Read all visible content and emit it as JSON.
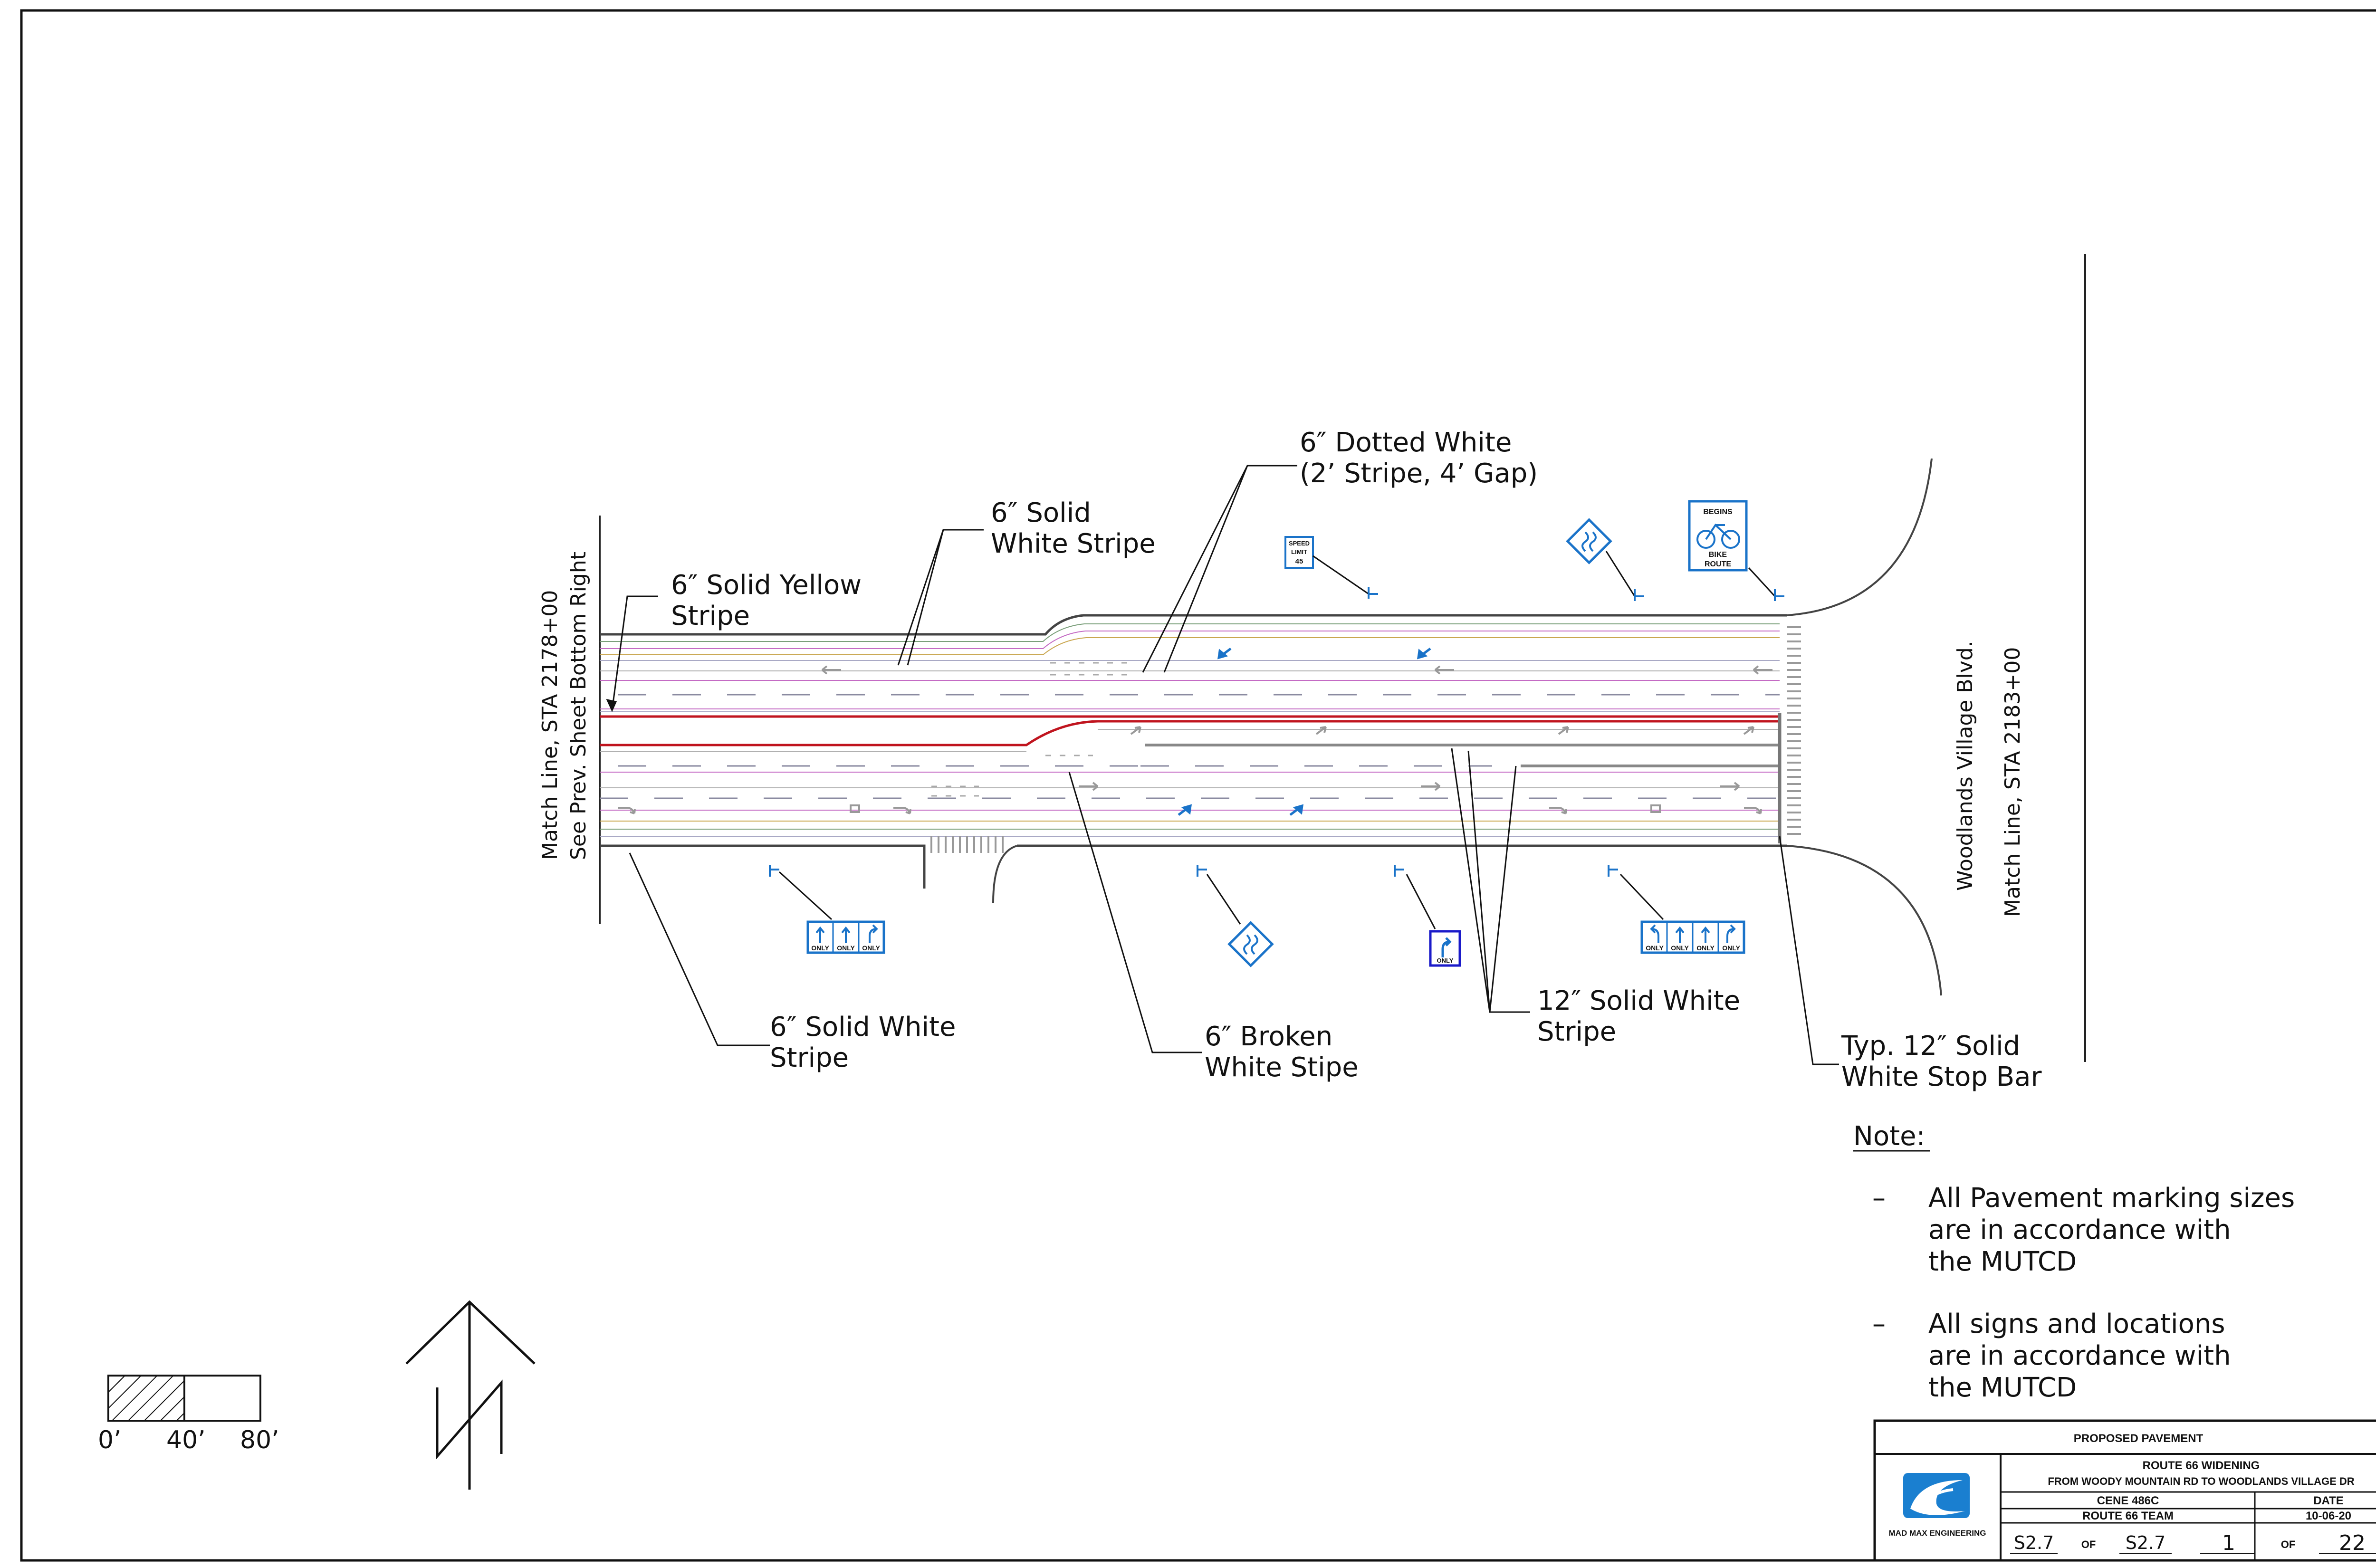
{
  "labels": {
    "yellow_stripe": [
      "6″ Solid Yellow",
      "Stripe"
    ],
    "solid_white_top": [
      "6″ Solid",
      "White Stripe"
    ],
    "dotted_white": [
      "6″ Dotted White",
      "(2’ Stripe, 4’ Gap)"
    ],
    "solid_white_bottom": [
      "6″ Solid White",
      "Stripe"
    ],
    "broken_white": [
      "6″ Broken",
      "White Stipe"
    ],
    "solid_white_12": [
      "12″ Solid White",
      "Stripe"
    ],
    "stop_bar": [
      "Typ. 12″ Solid",
      "White Stop Bar"
    ],
    "match_line_left": [
      "Match Line, STA 2178+00",
      "See Prev. Sheet Bottom Right"
    ],
    "cross_street": "Woodlands Village Blvd.",
    "match_line_right": "Match Line, STA 2183+00"
  },
  "signs": {
    "speed_limit": [
      "SPEED",
      "LIMIT",
      "45"
    ],
    "bike_route": [
      "BEGINS",
      "BIKE",
      "ROUTE"
    ],
    "only": "ONLY"
  },
  "notes": {
    "heading": "Note:",
    "items": [
      [
        "All Pavement marking sizes",
        "are in accordance with",
        "the MUTCD"
      ],
      [
        "All signs and locations",
        "are in accordance with",
        "the MUTCD"
      ]
    ]
  },
  "scale": {
    "ticks": [
      "0’",
      "40’",
      "80’"
    ]
  },
  "title_block": {
    "sheet_title": "PROPOSED PAVEMENT",
    "project_title": "ROUTE 66 WIDENING",
    "project_limits": "FROM WOODY MOUNTAIN RD TO WOODLANDS VILLAGE DR",
    "course": "CENE 486C",
    "team": "ROUTE 66 TEAM",
    "date_label": "DATE",
    "date": "10-06-20",
    "firm": "MAD MAX ENGINEERING",
    "sheet_no": "S2.7",
    "of_1": "OF",
    "sheet_total": "S2.7",
    "page": "1",
    "of_2": "OF",
    "page_total": "22"
  },
  "colors": {
    "sign_blue": "#1a73c9",
    "yellow_stripe": "#c0141e",
    "lane_line": "#8a8aa0",
    "accent_purple": "#a05ab0",
    "logo_blue": "#1a7fd0"
  }
}
